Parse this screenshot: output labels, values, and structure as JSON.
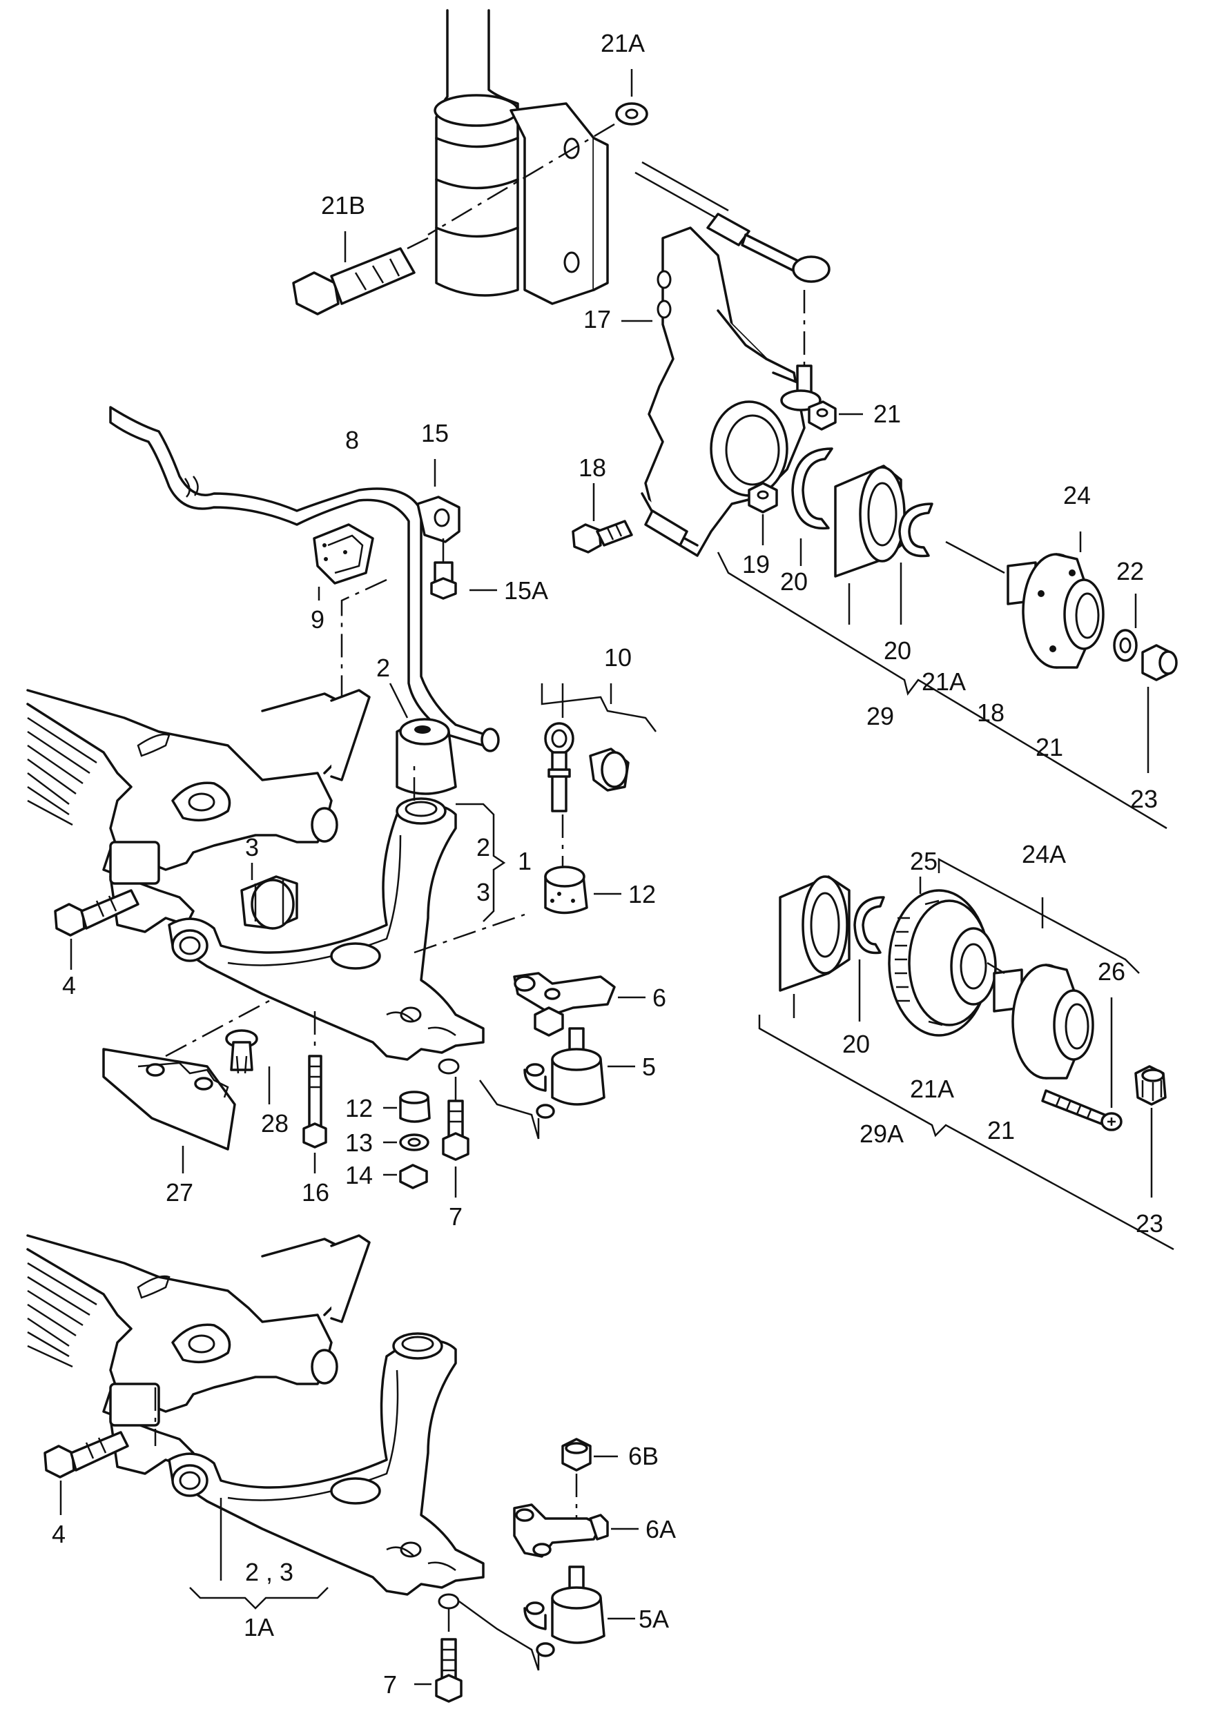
{
  "labels": {
    "l_21A_top": "21A",
    "l_21B": "21B",
    "l_17": "17",
    "l_21_a": "21",
    "l_18": "18",
    "l_19": "19",
    "l_20_a": "20",
    "l_20_b": "20",
    "l_24": "24",
    "l_22": "22",
    "l_21A_b": "21A",
    "l_18_b": "18",
    "l_29": "29",
    "l_21_b": "21",
    "l_23_a": "23",
    "l_8": "8",
    "l_15": "15",
    "l_15A": "15A",
    "l_9": "9",
    "l_2_a": "2",
    "l_10": "10",
    "l_2_b": "2",
    "l_1": "1",
    "l_3_a": "3",
    "l_3_b": "3",
    "l_12_a": "12",
    "l_4_a": "4",
    "l_6": "6",
    "l_5": "5",
    "l_28": "28",
    "l_12_b": "12",
    "l_13": "13",
    "l_14": "14",
    "l_16": "16",
    "l_7_a": "7",
    "l_27": "27",
    "l_25": "25",
    "l_24A": "24A",
    "l_20_c": "20",
    "l_26": "26",
    "l_21A_c": "21A",
    "l_29A": "29A",
    "l_21_c": "21",
    "l_23_b": "23",
    "l_6B": "6B",
    "l_6A": "6A",
    "l_5A": "5A",
    "l_4_b": "4",
    "l_23_c": "2 , 3",
    "l_1A": "1A",
    "l_7_b": "7"
  }
}
